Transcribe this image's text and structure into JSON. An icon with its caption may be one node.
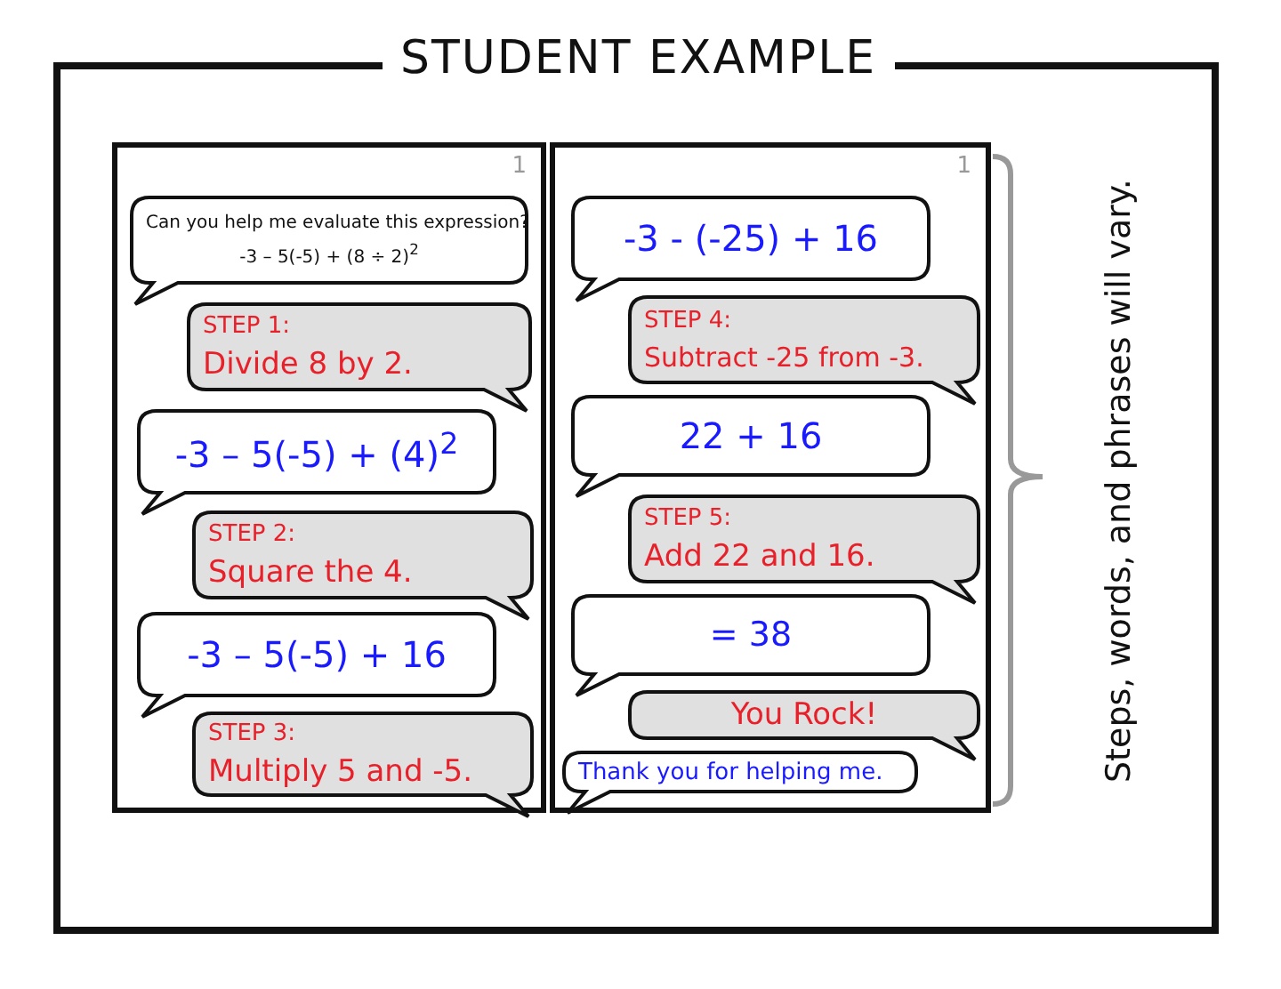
{
  "diagram": {
    "title": "STUDENT EXAMPLE",
    "nodes": [
      {
        "text": [
          "1"
        ]
      },
      {
        "text": [
          "Can you help me evaluate this expression?",
          "-3 – 5(-5) + (8 ÷ 2)$^{2}$"
        ],
        "in": 0
      },
      {
        "text": [
          "STEP 1:",
          "Divide 8 by 2."
        ],
        "in": 0
      },
      {
        "text": [
          "-3 – 5(-5) + (4)$^{2}$"
        ],
        "in": 0
      },
      {
        "text": [
          "STEP 2:",
          "Square the 4."
        ],
        "in": 0
      },
      {
        "text": [
          "-3 – 5(-5) + 16"
        ],
        "in": 0
      },
      {
        "text": [
          "STEP 3:",
          "Multiply 5 and -5."
        ],
        "in": 0
      },
      {
        "text": [
          "1"
        ]
      },
      {
        "text": [
          "-3 - (-25) + 16"
        ],
        "in": 7
      },
      {
        "text": [
          "STEP 4:",
          "Subtract -25 from -3."
        ],
        "in": 7
      },
      {
        "text": [
          "22 + 16"
        ],
        "in": 7
      },
      {
        "text": [
          "STEP 5:",
          "Add 22 and 16."
        ],
        "in": 7
      },
      {
        "text": [
          "= 38"
        ],
        "in": 7
      },
      {
        "text": [
          "You Rock!"
        ],
        "in": 7
      },
      {
        "text": [
          "Thank you for helping me."
        ],
        "in": 7
      }
    ],
    "labels": [
      "Steps, words, and phrases will vary."
    ]
  }
}
